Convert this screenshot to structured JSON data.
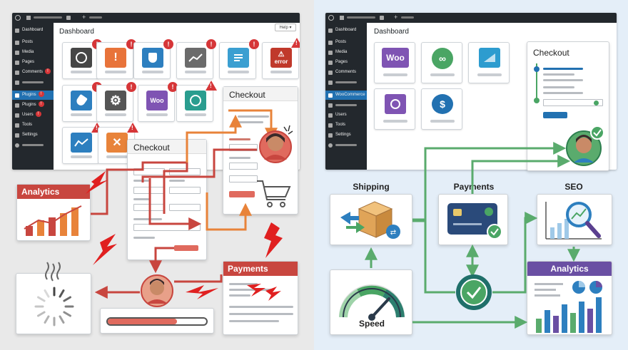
{
  "left": {
    "admin": {
      "title": "Dashboard",
      "help": "Help ▾",
      "menu": [
        {
          "label": "Dashboard",
          "badge": ""
        },
        {
          "label": "Posts",
          "badge": ""
        },
        {
          "label": "Media",
          "badge": ""
        },
        {
          "label": "Pages",
          "badge": ""
        },
        {
          "label": "Comments",
          "badge": "!"
        },
        {
          "label": "",
          "badge": ""
        },
        {
          "label": "Plugins",
          "badge": "!"
        },
        {
          "label": "Plugins",
          "badge": "!"
        },
        {
          "label": "Users",
          "badge": "!"
        },
        {
          "label": "Tools",
          "badge": ""
        },
        {
          "label": "Settings",
          "badge": ""
        },
        {
          "label": "",
          "badge": ""
        }
      ],
      "plugin_icons": [
        "wordpress-icon",
        "alert-icon",
        "plug-icon",
        "trend-icon",
        "document-icon",
        "error-icon",
        "plug-icon",
        "gear-icon",
        "woo-icon",
        "check-icon",
        "chart-icon",
        "tools-icon"
      ],
      "error_text": "error",
      "woo_text": "Woo",
      "alert_mark": "!"
    },
    "checkout_top": {
      "title": "Checkout"
    },
    "checkout_mid": {
      "title": "Checkout"
    },
    "analytics": {
      "title": "Analytics"
    },
    "payments": {
      "title": "Payments"
    },
    "colors": {
      "error": "#d63638",
      "flow": "#c0504d",
      "orange": "#e8833a"
    }
  },
  "right": {
    "admin": {
      "title": "Dashboard",
      "menu": [
        {
          "label": "Dashboard"
        },
        {
          "label": "Posts"
        },
        {
          "label": "Media"
        },
        {
          "label": "Pages"
        },
        {
          "label": "Comments"
        },
        {
          "label": ""
        },
        {
          "label": "WooCommerce"
        },
        {
          "label": ""
        },
        {
          "label": "Users"
        },
        {
          "label": "Tools"
        },
        {
          "label": "Settings"
        },
        {
          "label": ""
        }
      ],
      "plugin_icons": [
        "woo-icon",
        "link-icon",
        "image-icon",
        "search-report-icon",
        "gear-dollar-icon"
      ],
      "woo_text": "Woo"
    },
    "checkout": {
      "title": "Checkout"
    },
    "shipping": {
      "title": "Shipping"
    },
    "payments": {
      "title": "Payments"
    },
    "seo": {
      "title": "SEO"
    },
    "analytics": {
      "title": "Analytics"
    },
    "speed": {
      "title": "Speed"
    },
    "colors": {
      "flow": "#5aab6d",
      "analytics_header": "#6a4fa3"
    }
  }
}
